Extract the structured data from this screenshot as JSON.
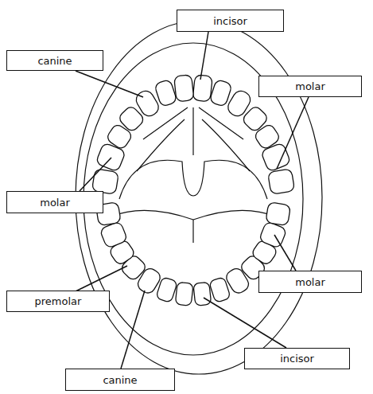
{
  "diagram": {
    "nodes": [
      {
        "text": [
          "incisor"
        ]
      },
      {
        "text": [
          "canine"
        ]
      },
      {
        "text": [
          "molar"
        ]
      },
      {
        "text": [
          "molar"
        ]
      },
      {
        "text": [
          "molar"
        ]
      },
      {
        "text": [
          "premolar"
        ]
      },
      {
        "text": [
          "incisor"
        ]
      },
      {
        "text": [
          "canine"
        ]
      }
    ]
  }
}
